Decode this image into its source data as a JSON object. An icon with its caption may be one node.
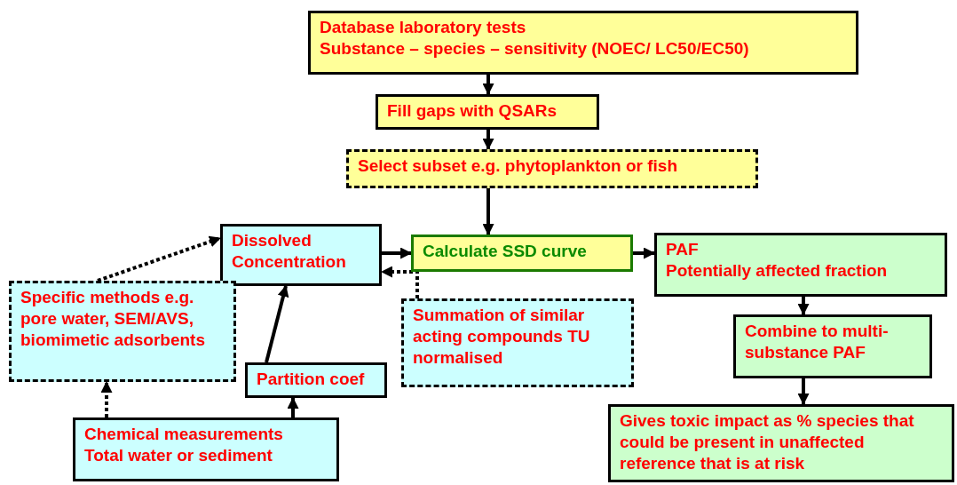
{
  "diagram": {
    "nodes": [
      {
        "text": [
          "Database laboratory tests",
          "Substance – species – sensitivity (NOEC/ LC50/EC50)"
        ]
      },
      {
        "text": [
          "Fill gaps with QSARs"
        ]
      },
      {
        "text": [
          "Select subset e.g. phytoplankton or fish"
        ]
      },
      {
        "text": [
          "Dissolved Concentration"
        ]
      },
      {
        "text": [
          "Calculate SSD curve"
        ]
      },
      {
        "text": [
          "PAF",
          "Potentially affected fraction"
        ]
      },
      {
        "text": [
          "Specific methods e.g. pore water, SEM/AVS, biomimetic adsorbents"
        ]
      },
      {
        "text": [
          "Summation of  similar acting compounds TU normalised"
        ]
      },
      {
        "text": [
          "Partition coef"
        ]
      },
      {
        "text": [
          "Combine to multi-substance PAF"
        ]
      },
      {
        "text": [
          "Chemical measurements",
          "Total water or sediment"
        ]
      },
      {
        "text": [
          "Gives toxic impact as % species that could be present in unaffected reference that is at risk"
        ]
      }
    ],
    "edges": [
      {
        "from": 0,
        "to": 1,
        "arrow": "to"
      },
      {
        "from": 1,
        "to": 2,
        "arrow": "to"
      },
      {
        "from": 2,
        "to": 4,
        "arrow": "to"
      },
      {
        "from": 3,
        "to": 4,
        "arrow": "to"
      },
      {
        "from": 4,
        "to": 5,
        "arrow": "to"
      },
      {
        "from": 5,
        "to": 9,
        "arrow": "to"
      },
      {
        "from": 9,
        "to": 11,
        "arrow": "to"
      },
      {
        "from": 6,
        "to": 3,
        "arrow": "to",
        "style": "dashed"
      },
      {
        "from": 7,
        "to": 3,
        "arrow": "to",
        "style": "dashed"
      },
      {
        "from": 8,
        "to": 3,
        "arrow": "to"
      },
      {
        "from": 10,
        "to": 8,
        "arrow": "to"
      },
      {
        "from": 10,
        "to": 6,
        "arrow": "to",
        "style": "dashed"
      }
    ]
  }
}
